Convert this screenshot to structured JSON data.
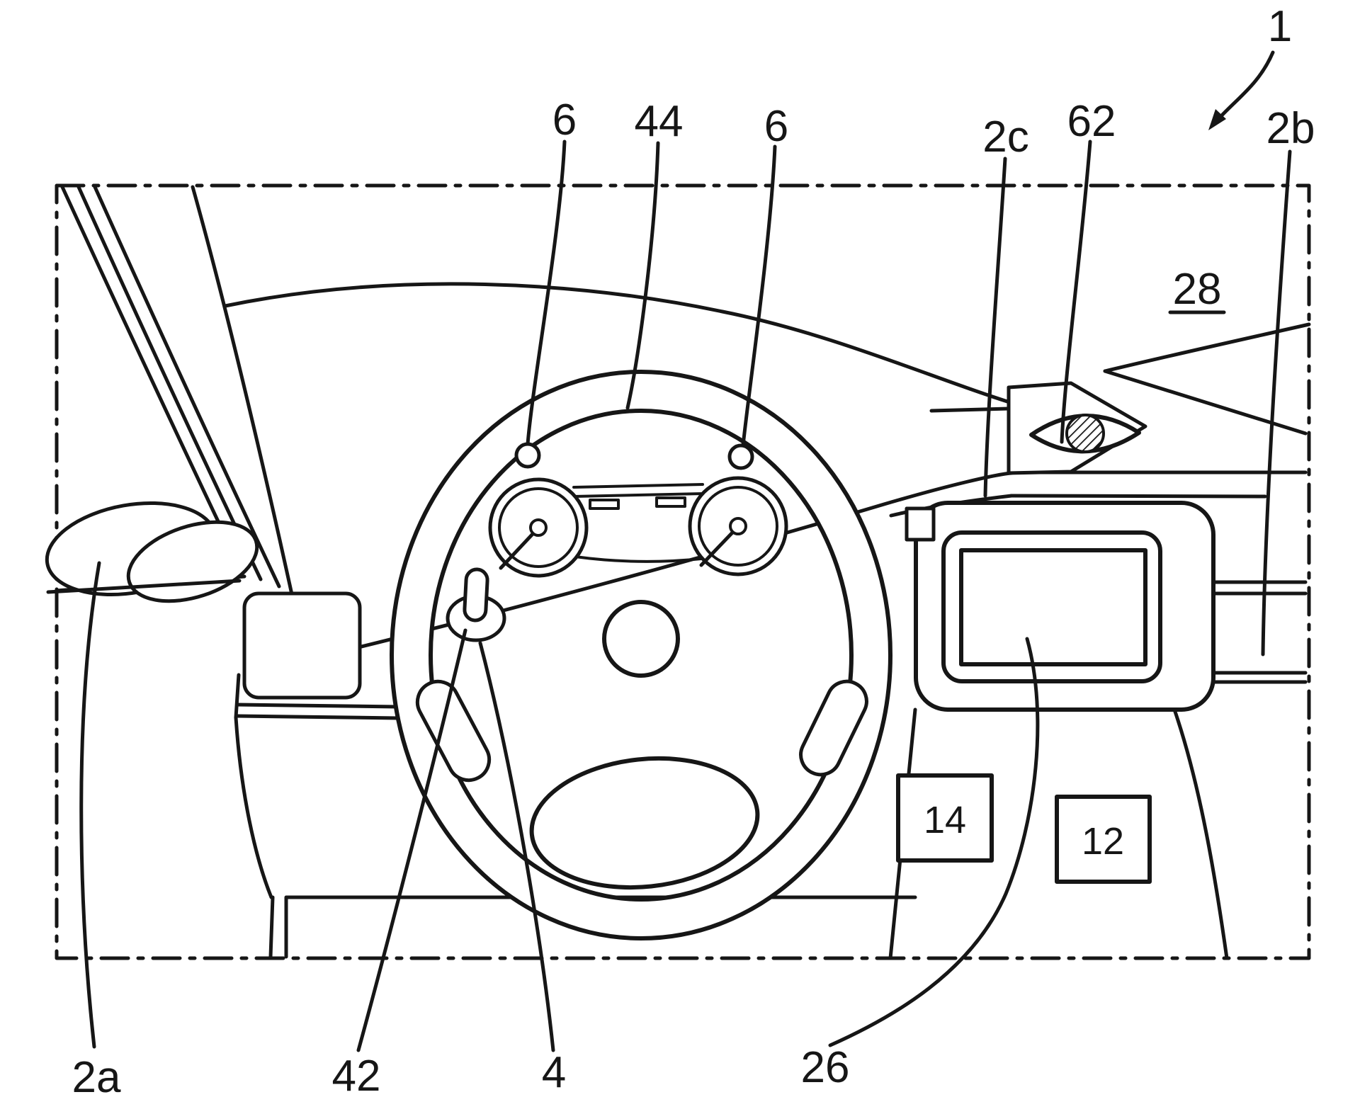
{
  "figure": {
    "background": "#ffffff",
    "line_color": "#161616",
    "labels": {
      "ref_1": "1",
      "ref_6_left": "6",
      "ref_44": "44",
      "ref_6_right": "6",
      "ref_2c": "2c",
      "ref_62": "62",
      "ref_2b": "2b",
      "ref_28": "28",
      "ref_14": "14",
      "ref_12": "12",
      "ref_2a": "2a",
      "ref_42": "42",
      "ref_4": "4",
      "ref_26": "26"
    }
  }
}
